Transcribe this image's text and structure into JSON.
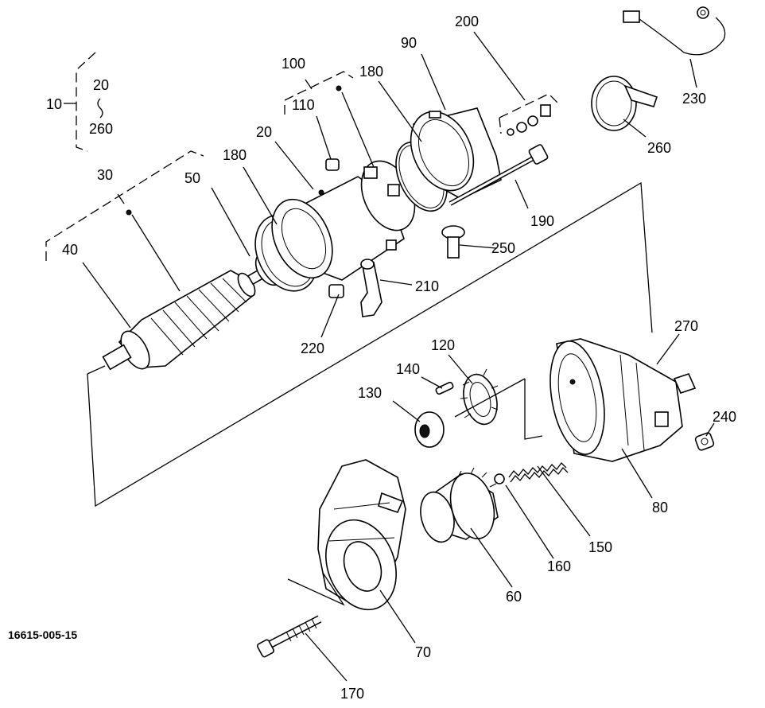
{
  "drawing_code": "16615-005-15",
  "labels": {
    "l10": "10",
    "l20a": "20",
    "l260a": "260",
    "l20": "20",
    "l30": "30",
    "l40": "40",
    "l50": "50",
    "l60": "60",
    "l70": "70",
    "l80": "80",
    "l90": "90",
    "l100": "100",
    "l110": "110",
    "l120": "120",
    "l130": "130",
    "l140": "140",
    "l150": "150",
    "l160": "160",
    "l170": "170",
    "l180a": "180",
    "l180b": "180",
    "l190": "190",
    "l200": "200",
    "l210": "210",
    "l220": "220",
    "l230": "230",
    "l240": "240",
    "l250": "250",
    "l260": "260",
    "l270": "270"
  }
}
